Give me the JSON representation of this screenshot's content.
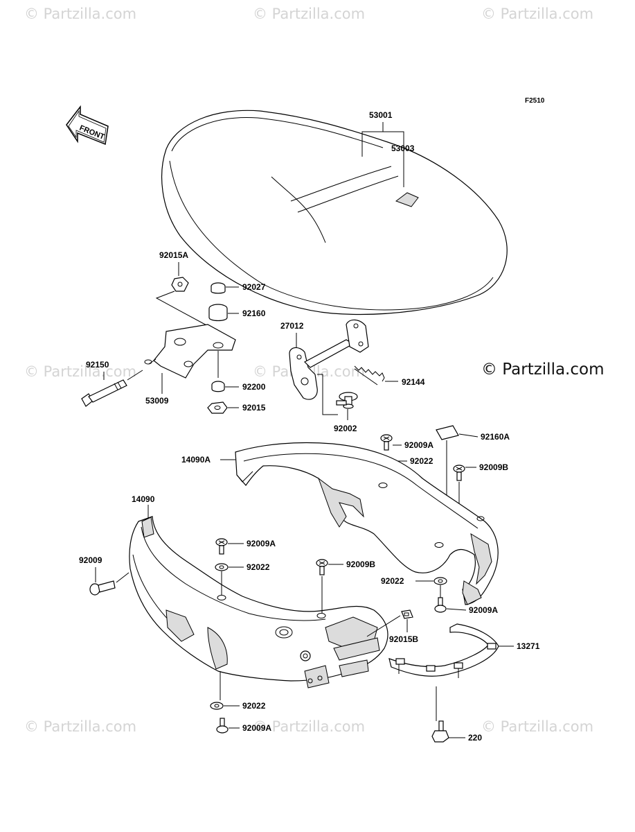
{
  "figure_code": "F2510",
  "front_label": "FRONT",
  "brand": "© Partzilla.com",
  "watermarks": [
    "© Partzilla.com",
    "© Partzilla.com",
    "© Partzilla.com",
    "© Partzilla.com",
    "© Partzilla.com",
    "© Partzilla.com",
    "© Partzilla.com",
    "© Partzilla.com",
    "© Partzilla.com"
  ],
  "parts": {
    "p53001": "53001",
    "p53003": "53003",
    "p92015A": "92015A",
    "p92027": "92027",
    "p92160": "92160",
    "p27012": "27012",
    "p92150": "92150",
    "p53009": "53009",
    "p92200": "92200",
    "p92015": "92015",
    "p92144": "92144",
    "p92002": "92002",
    "p92160A": "92160A",
    "p92009A_1": "92009A",
    "p92022_1": "92022",
    "p14090A": "14090A",
    "p92009B_1": "92009B",
    "p14090": "14090",
    "p92009A_2": "92009A",
    "p92009": "92009",
    "p92022_2": "92022",
    "p92009B_2": "92009B",
    "p92022_3": "92022",
    "p92009A_3": "92009A",
    "p92015B": "92015B",
    "p13271": "13271",
    "p92022_4": "92022",
    "p92009A_4": "92009A",
    "p220": "220"
  }
}
